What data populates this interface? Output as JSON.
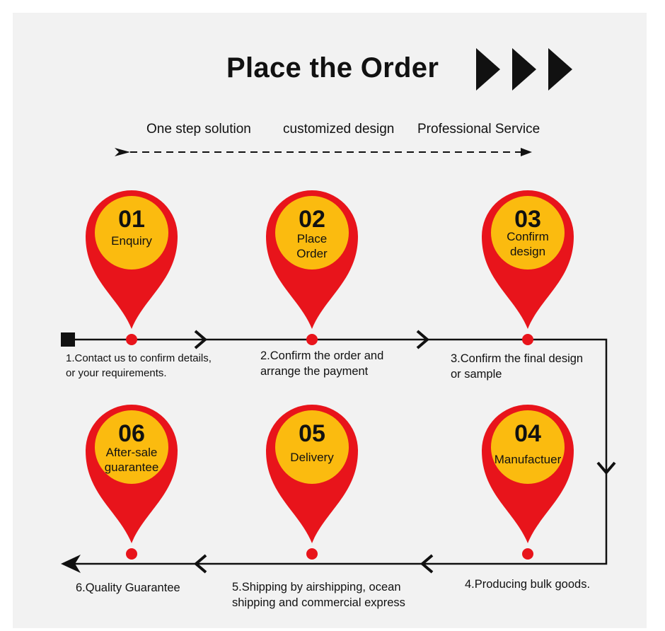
{
  "title": "Place the Order",
  "taglines": [
    "One step solution",
    "customized design",
    "Professional Service"
  ],
  "colors": {
    "pin": "#e8141b",
    "circle": "#fbbb0f",
    "line": "#111111",
    "background": "#f2f2f2"
  },
  "steps": [
    {
      "num": "01",
      "label": "Enquiry",
      "desc": [
        "1.Contact us to confirm details,",
        "or your requirements."
      ]
    },
    {
      "num": "02",
      "label": "Place Order",
      "desc": [
        "2.Confirm the order and",
        "arrange the payment"
      ]
    },
    {
      "num": "03",
      "label": "Confirm design",
      "desc": [
        "3.Confirm the final design",
        "or sample"
      ]
    },
    {
      "num": "04",
      "label": "Manufactuer",
      "desc": [
        "4.Producing bulk goods."
      ]
    },
    {
      "num": "05",
      "label": "Delivery",
      "desc": [
        "5.Shipping by airshipping, ocean",
        "shipping and commercial express"
      ]
    },
    {
      "num": "06",
      "label": "After-sale guarantee",
      "desc": [
        "6.Quality Guarantee"
      ]
    }
  ]
}
